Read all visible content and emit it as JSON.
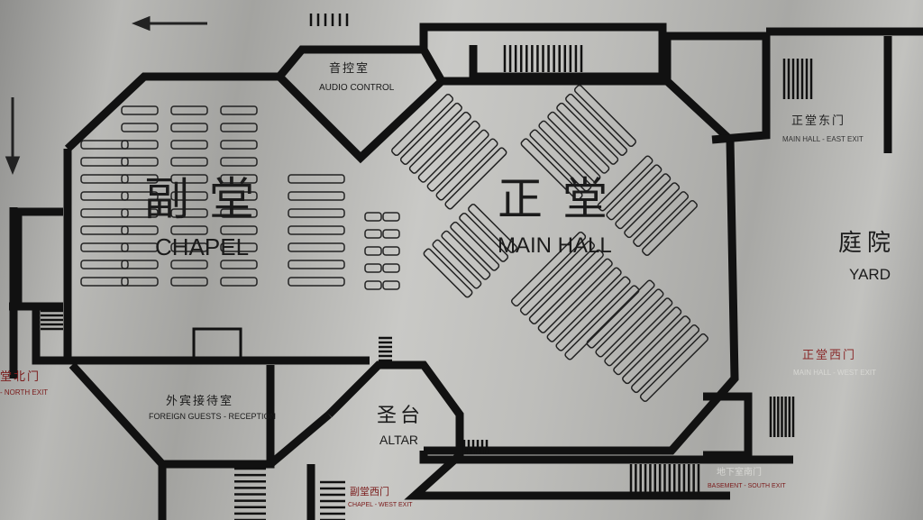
{
  "rooms": {
    "chapel": {
      "zh": "副堂",
      "en": "CHAPEL"
    },
    "main_hall": {
      "zh": "正堂",
      "en": "MAIN HALL"
    },
    "audio_control": {
      "zh": "音控室",
      "en": "AUDIO CONTROL"
    },
    "yard": {
      "zh": "庭院",
      "en": "YARD"
    },
    "foreign_guests": {
      "zh": "外宾接待室",
      "en": "FOREIGN GUESTS - RECEPTION"
    },
    "altar": {
      "zh": "圣台",
      "en": "ALTAR"
    }
  },
  "exits": {
    "east": {
      "zh": "正堂东门",
      "en": "MAIN HALL - EAST EXIT"
    },
    "west": {
      "zh": "正堂西门",
      "en": "MAIN HALL - WEST EXIT"
    },
    "north": {
      "zh": "堂北门",
      "en": "- NORTH EXIT"
    },
    "chapel_west": {
      "zh": "副堂西门",
      "en": "CHAPEL - WEST EXIT"
    },
    "south": {
      "zh": "地下室南门",
      "en": "BASEMENT - SOUTH EXIT"
    }
  },
  "colors": {
    "wall": "#111111",
    "label_red": "#7a1a1a",
    "metal": "#b5b5b2"
  }
}
